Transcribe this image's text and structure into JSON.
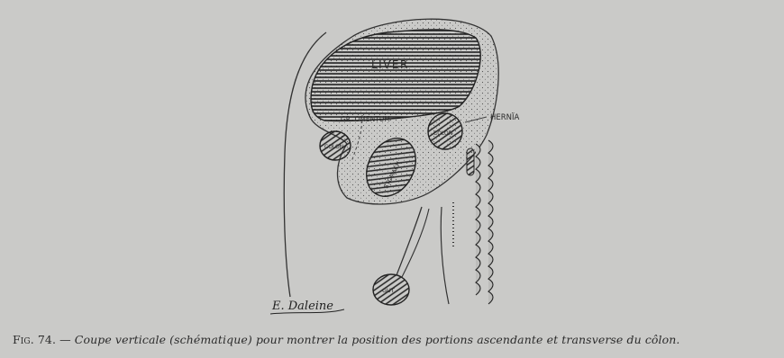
{
  "labels": {
    "liver": "LIVER",
    "omentum": "GR. OMENTUM",
    "hernia": "HERNÏA",
    "colon_left": "COLON",
    "colon_right": "COLON",
    "stomach": "STOMACH",
    "gut": "GUT"
  },
  "signature": "E. Daleine",
  "caption": {
    "fig": "Fig. 74.",
    "dash": " — ",
    "text": "Coupe verticale (schématique) pour montrer la position des portions ascendante et transverse du côlon."
  },
  "colors": {
    "paper": "#cacac8",
    "ink": "#2a2a2a"
  }
}
